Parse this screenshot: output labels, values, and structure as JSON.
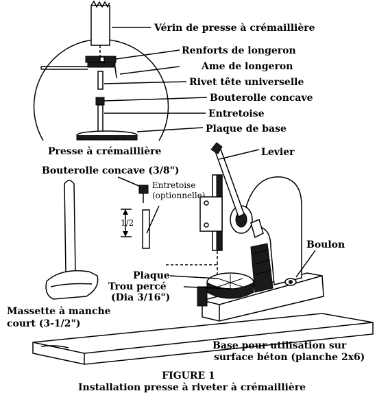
{
  "labels": {
    "verin": "Vérin de presse à crémaillière",
    "renforts": "Renforts de longeron",
    "ame": "Ame de longeron",
    "rivet": "Rivet tête universelle",
    "bouterolle": "Bouterolle concave",
    "entretoise": "Entretoise",
    "plaque_base": "Plaque de base",
    "presse": "Presse à crémaillière",
    "levier": "Levier",
    "bouterolle_38": "Bouterolle concave (3/8\")",
    "entretoise_opt_1": "Entretoise",
    "entretoise_opt_2": "(optionnelle)",
    "dim_half": "1/2",
    "boulon": "Boulon",
    "plaque": "Plaque",
    "trou_1": "Trou percé",
    "trou_2": "(Dia 3/16\")",
    "massette_1": "Massette à manche",
    "massette_2": "court (3-1/2\")",
    "base_1": "Base pour utilisation sur",
    "base_2": "surface béton (planche 2x6)"
  },
  "caption": {
    "figure": "FIGURE 1",
    "title": "Installation presse à riveter à crémaillière"
  }
}
